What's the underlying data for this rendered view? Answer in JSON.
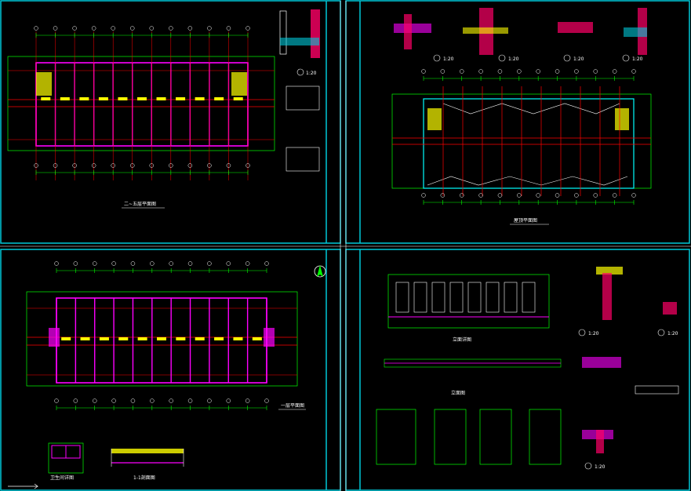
{
  "sheets": [
    {
      "id": "sheet-top-left",
      "title": "二~五层平面图",
      "scale": "1:20"
    },
    {
      "id": "sheet-top-right",
      "title": "屋顶平面图",
      "details": [
        "1:20",
        "1:20",
        "1:20",
        "1:20"
      ]
    },
    {
      "id": "sheet-bottom-left",
      "title": "一层平面图",
      "sub_titles": [
        "卫生间详图",
        "1-1剖面图"
      ]
    },
    {
      "id": "sheet-bottom-right",
      "details": [
        "1:20",
        "1:20",
        "1:20"
      ],
      "sub_titles": [
        "立面详图",
        "立面图"
      ]
    }
  ],
  "colors": {
    "frame": "#00c8d8",
    "wall": "#ff00ff",
    "grid": "#00ff00",
    "axis": "#ff0000",
    "text": "#ffffff",
    "dim": "#00ff66",
    "yellow": "#ffff00"
  },
  "north_marker": "north-arrow-icon"
}
